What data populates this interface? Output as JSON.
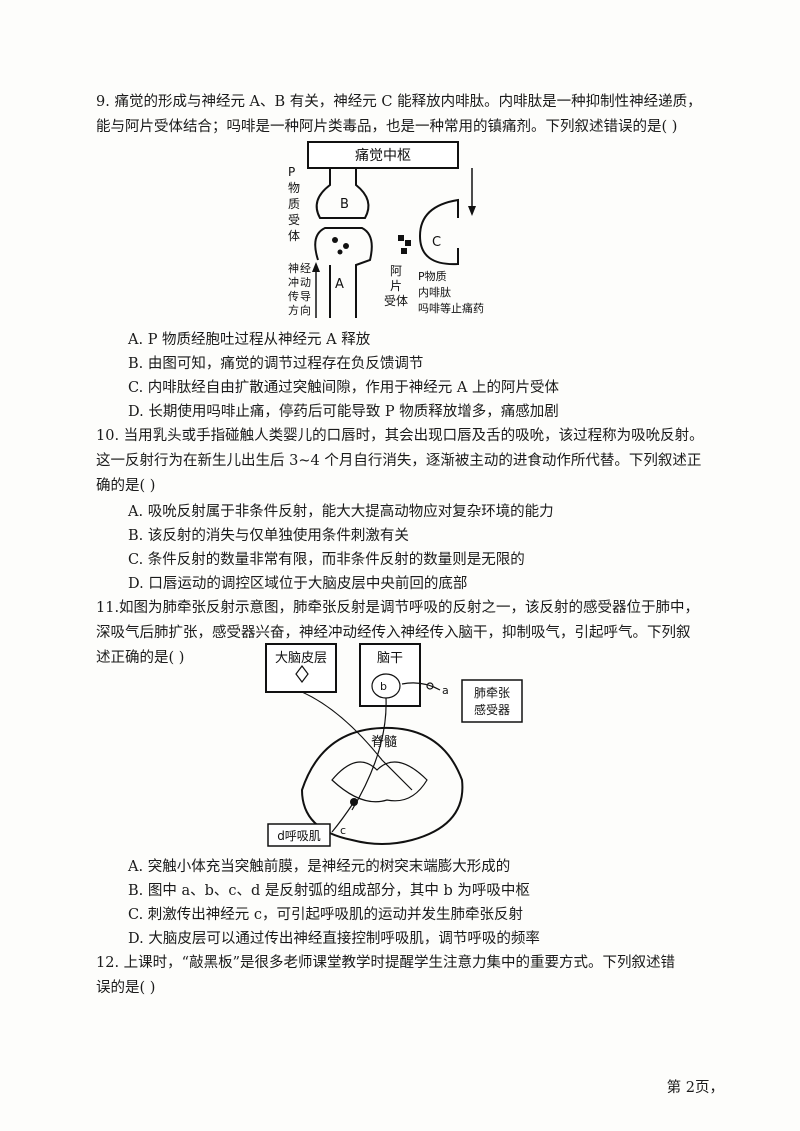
{
  "q9": {
    "stem1": "9. 痛觉的形成与神经元 A、B 有关，神经元 C 能释放内啡肽。内啡肽是一种抑制性神经递质，",
    "stem2": "能与阿片受体结合；吗啡是一种阿片类毒品，也是一种常用的镇痛剂。下列叙述错误的是(      )",
    "fig": {
      "center": "痛觉中枢",
      "p_receptor": [
        "P",
        "物",
        "质",
        "受",
        "体"
      ],
      "neuron_b": "B",
      "neuron_a": "A",
      "neuron_c": "C",
      "direction": [
        "神",
        "经",
        "冲",
        "动",
        "传",
        "导",
        "方",
        "向"
      ],
      "opioid_receptor": [
        "阿",
        "片",
        "受体"
      ],
      "legend": [
        "P物质",
        "内啡肽",
        "吗啡等止痛药"
      ]
    },
    "options": [
      "A. P 物质经胞吐过程从神经元 A 释放",
      "B. 由图可知，痛觉的调节过程存在负反馈调节",
      "C. 内啡肽经自由扩散通过突触间隙，作用于神经元 A 上的阿片受体",
      "D. 长期使用吗啡止痛，停药后可能导致 P 物质释放增多，痛感加剧"
    ]
  },
  "q10": {
    "stem1": "10. 当用乳头或手指碰触人类婴儿的口唇时，其会出现口唇及舌的吸吮，该过程称为吸吮反射。",
    "stem2": "这一反射行为在新生儿出生后 3~4 个月自行消失，逐渐被主动的进食动作所代替。下列叙述正",
    "stem3": "确的是(      )",
    "options": [
      "A. 吸吮反射属于非条件反射，能大大提高动物应对复杂环境的能力",
      "B. 该反射的消失与仅单独使用条件刺激有关",
      "C. 条件反射的数量非常有限，而非条件反射的数量则是无限的",
      "D. 口唇运动的调控区域位于大脑皮层中央前回的底部"
    ]
  },
  "q11": {
    "stem1": "11.如图为肺牵张反射示意图，肺牵张反射是调节呼吸的反射之一，该反射的感受器位于肺中，",
    "stem2": "深吸气后肺扩张，感受器兴奋，神经冲动经传入神经传入脑干，抑制吸气，引起呼气。下列叙",
    "stem3": "述正确的是(      )",
    "fig": {
      "cortex": "大脑皮层",
      "brainstem": "脑干",
      "receptor": [
        "肺牵张",
        "感受器"
      ],
      "spinal": "脊髓",
      "muscle": "d呼吸肌",
      "a": "a",
      "b": "b",
      "c": "c"
    },
    "options": [
      "A. 突触小体充当突触前膜，是神经元的树突末端膨大形成的",
      "B. 图中 a、b、c、d 是反射弧的组成部分，其中 b 为呼吸中枢",
      "C. 刺激传出神经元 c，可引起呼吸肌的运动并发生肺牵张反射",
      "D. 大脑皮层可以通过传出神经直接控制呼吸肌，调节呼吸的频率"
    ]
  },
  "q12": {
    "stem1": "12. 上课时，“敲黑板”是很多老师课堂教学时提醒学生注意力集中的重要方式。下列叙述错",
    "stem2": "误的是(      )"
  },
  "footer": "第 2页，"
}
